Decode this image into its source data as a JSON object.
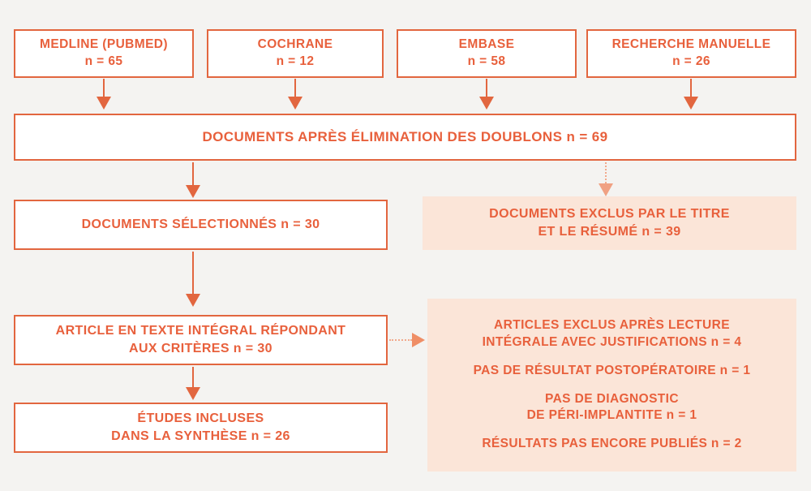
{
  "diagram": {
    "title": "PRISMA flow diagram",
    "colors": {
      "page_background": "#f4f3f1",
      "box_border": "#e2663f",
      "box_background": "#ffffff",
      "text": "#e8603c",
      "panel_background": "#fbe5d8",
      "arrow_solid": "#e2663f",
      "arrow_dotted": "#f2a98c"
    },
    "sources": [
      {
        "name": "MEDLINE (PUBMED)",
        "count_label": "n = 65",
        "n": 65
      },
      {
        "name": "COCHRANE",
        "count_label": "n = 12",
        "n": 12
      },
      {
        "name": "EMBASE",
        "count_label": "n = 58",
        "n": 58
      },
      {
        "name": "RECHERCHE MANUELLE",
        "count_label": "n = 26",
        "n": 26
      }
    ],
    "banner": {
      "label": "DOCUMENTS APRÈS ÉLIMINATION DES DOUBLONS n = 69",
      "n": 69
    },
    "stages": [
      {
        "line1": "DOCUMENTS SÉLECTIONNÉS n = 30",
        "line2": "",
        "n": 30
      },
      {
        "line1": "ARTICLE EN TEXTE INTÉGRAL RÉPONDANT",
        "line2": "AUX CRITÈRES n = 30",
        "n": 30
      },
      {
        "line1": "ÉTUDES INCLUSES",
        "line2": "DANS LA SYNTHÈSE n = 26",
        "n": 26
      }
    ],
    "exclusions_title": {
      "line1": "DOCUMENTS EXCLUS PAR LE TITRE",
      "line2": "ET LE RÉSUMÉ n = 39",
      "n": 39
    },
    "exclusions_fulltext": [
      {
        "line1": "ARTICLES EXCLUS APRÈS LECTURE",
        "line2": "INTÉGRALE AVEC JUSTIFICATIONS n = 4",
        "n": 4
      },
      {
        "line1": "PAS DE RÉSULTAT POSTOPÉRATOIRE n = 1",
        "line2": "",
        "n": 1
      },
      {
        "line1": "PAS DE DIAGNOSTIC",
        "line2": "DE PÉRI-IMPLANTITE n = 1",
        "n": 1
      },
      {
        "line1": "RÉSULTATS PAS ENCORE PUBLIÉS n = 2",
        "line2": "",
        "n": 2
      }
    ]
  }
}
